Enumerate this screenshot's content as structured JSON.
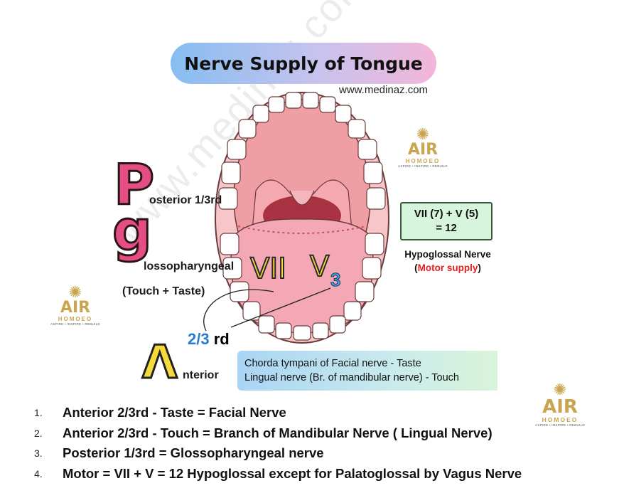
{
  "title": "Nerve Supply of Tongue",
  "website": "www.medinaz.com",
  "watermark": "www.medinaz.com",
  "mnemonic": {
    "p_letter": "P",
    "p_text": "osterior 1/3rd",
    "g_letter": "g",
    "g_text": "lossopharyngeal",
    "g_sub": "(Touch + Taste)",
    "a_letter": "Λ",
    "a_text": "nterior"
  },
  "tongue_labels": {
    "vii": "VII",
    "v": "V",
    "v_sub": "3"
  },
  "fraction": {
    "part1": "2/",
    "part2": "3",
    "part3": " rd"
  },
  "green_box": {
    "line1": "VII (7) + V (5)",
    "line2": "= 12"
  },
  "hypoglossal": {
    "line1": "Hypoglossal Nerve",
    "line2_open": "(",
    "line2_red": "Motor supply",
    "line2_close": ")"
  },
  "chorda_box": {
    "line1": "Chorda tympani of Facial nerve - Taste",
    "line2": "Lingual nerve (Br. of mandibular nerve) - Touch"
  },
  "logo": {
    "air": "AIR",
    "homoeo": "HOMOEO",
    "tagline": "ASPIRE • INSPIRE • REBUILD"
  },
  "list": [
    {
      "num": "1.",
      "text": "Anterior 2/3rd - Taste = Facial Nerve"
    },
    {
      "num": "2.",
      "text": "Anterior 2/3rd - Touch = Branch of Mandibular Nerve ( Lingual Nerve)"
    },
    {
      "num": "3.",
      "text": "Posterior 1/3rd = Glossopharyngeal nerve"
    },
    {
      "num": "4.",
      "text": "Motor = VII + V = 12 Hypoglossal except for Palatoglossal by Vagus Nerve"
    }
  ],
  "colors": {
    "accent_pink": "#e44e84",
    "logo_gold": "#c9a64e",
    "label_yellow": "#f6d93a",
    "label_blue": "#4aa0e0",
    "motor_red": "#e02020"
  }
}
